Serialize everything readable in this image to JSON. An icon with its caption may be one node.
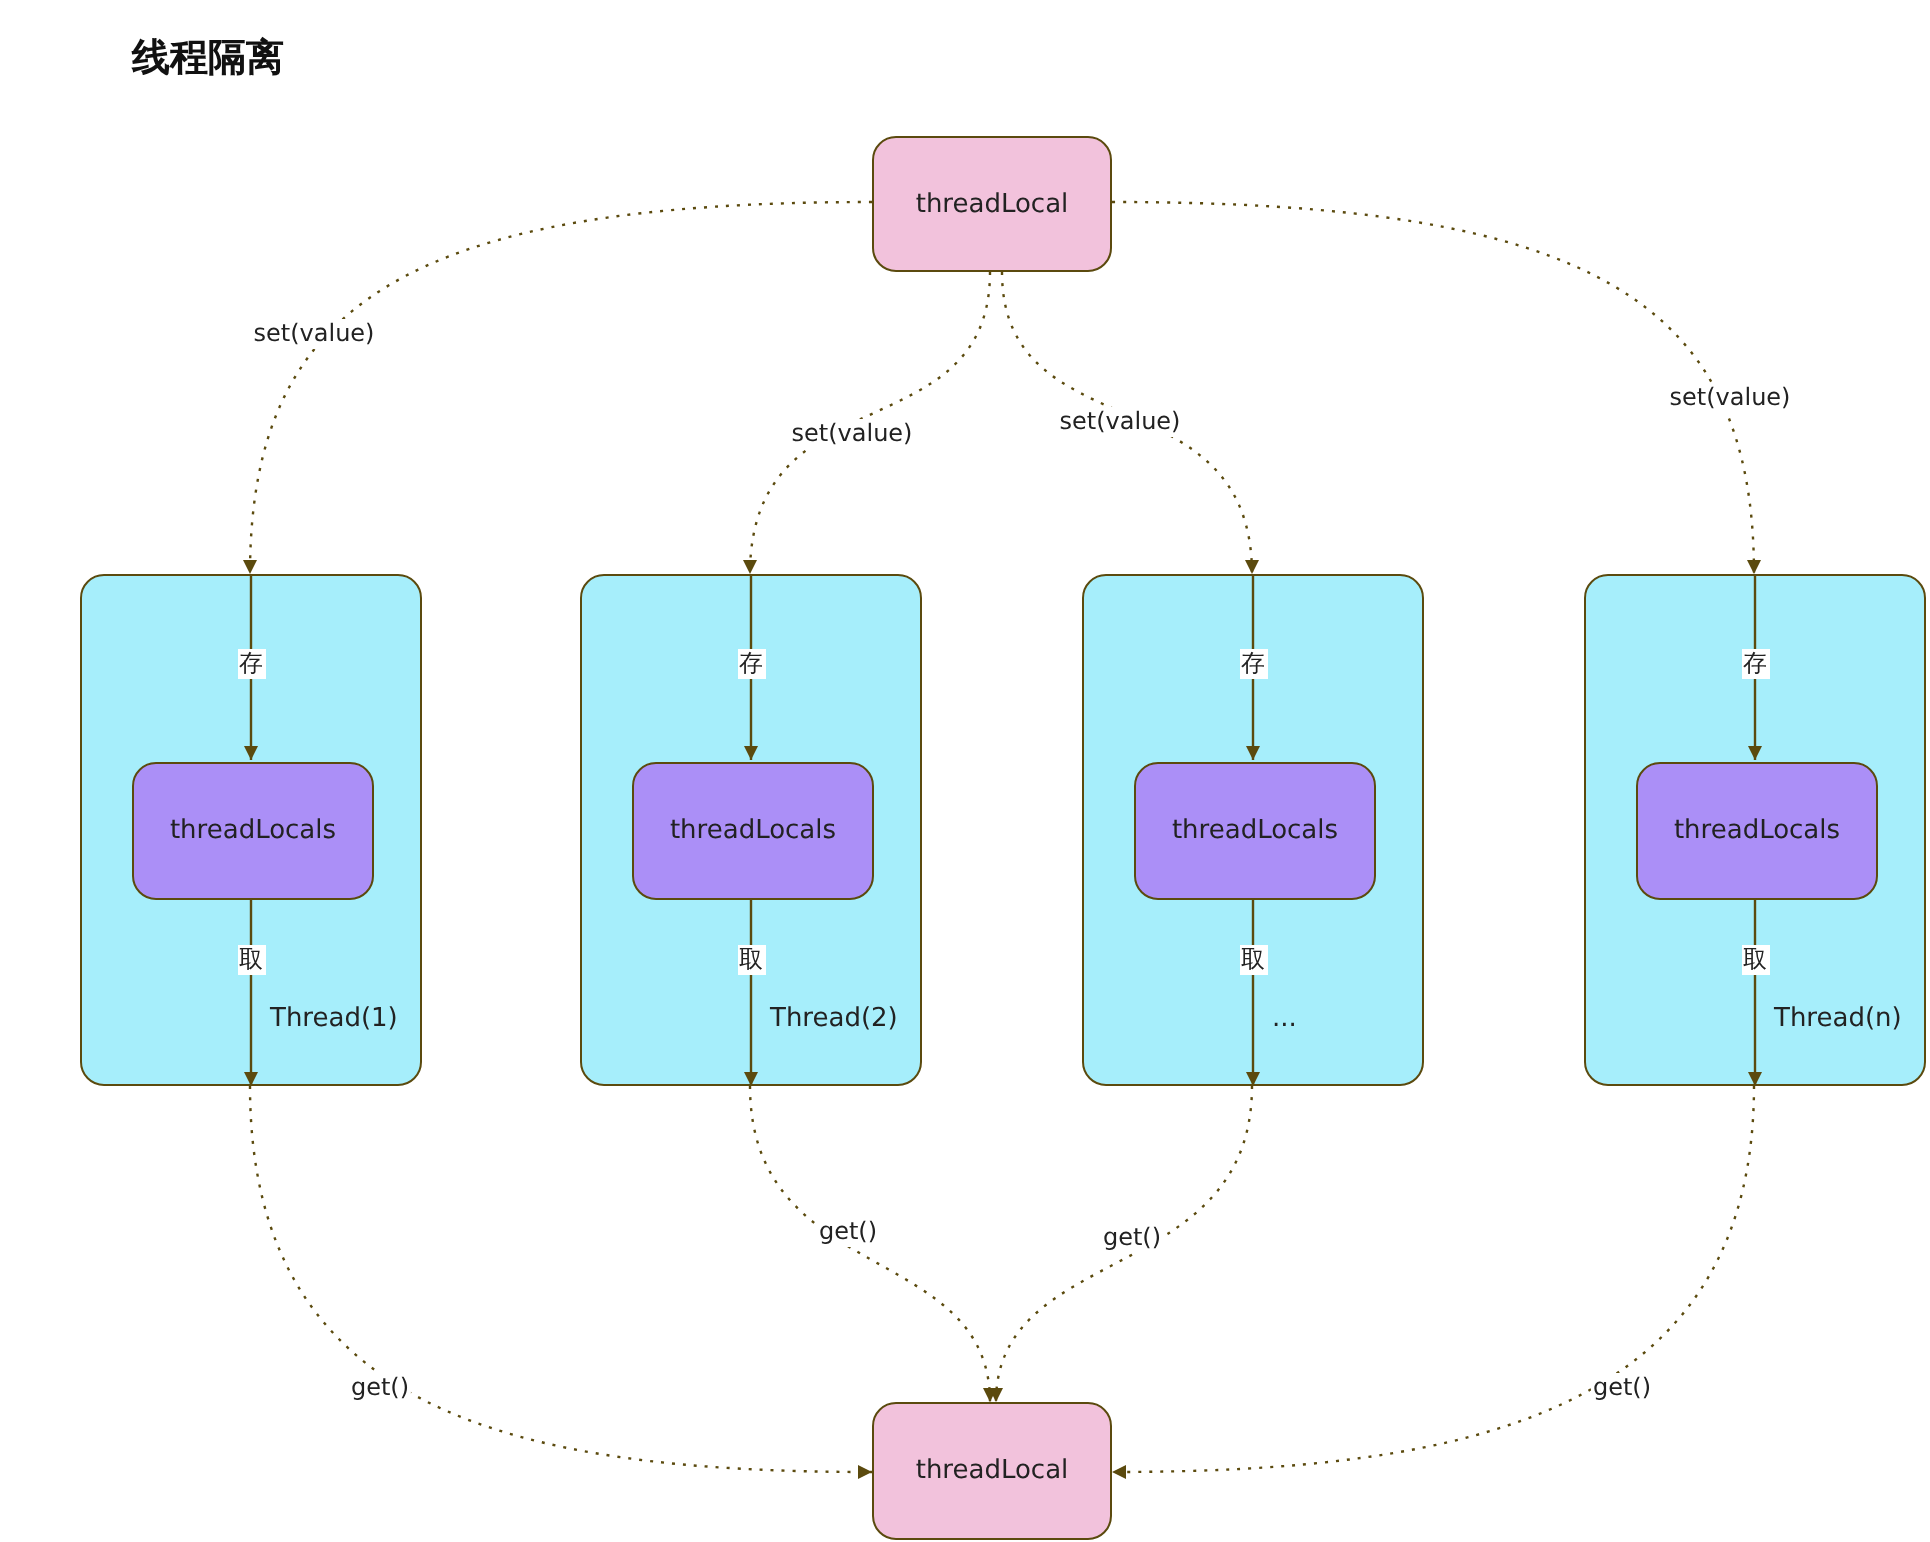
{
  "diagram": {
    "title": "线程隔离",
    "nodes": [
      {
        "text": [
          "threadLocal"
        ]
      },
      {
        "text": [
          "Thread(1)"
        ]
      },
      {
        "text": [
          "threadLocals"
        ],
        "in": 1
      },
      {
        "text": [
          "Thread(2)"
        ]
      },
      {
        "text": [
          "threadLocals"
        ],
        "in": 3
      },
      {
        "text": [
          "..."
        ]
      },
      {
        "text": [
          "threadLocals"
        ],
        "in": 5
      },
      {
        "text": [
          "Thread(n)"
        ]
      },
      {
        "text": [
          "threadLocals"
        ],
        "in": 7
      },
      {
        "text": [
          "threadLocal"
        ]
      }
    ],
    "edges": [
      {
        "from": 0,
        "to": 1,
        "arrow": "to",
        "label": "set(value)",
        "style": "dashed"
      },
      {
        "from": 0,
        "to": 3,
        "arrow": "to",
        "label": "set(value)",
        "style": "dashed"
      },
      {
        "from": 0,
        "to": 5,
        "arrow": "to",
        "label": "set(value)",
        "style": "dashed"
      },
      {
        "from": 0,
        "to": 7,
        "arrow": "to",
        "label": "set(value)",
        "style": "dashed"
      },
      {
        "from": 1,
        "to": 2,
        "arrow": "to",
        "label": "存"
      },
      {
        "from": 2,
        "to": 1,
        "arrow": "to",
        "label": "取"
      },
      {
        "from": 3,
        "to": 4,
        "arrow": "to",
        "label": "存"
      },
      {
        "from": 4,
        "to": 3,
        "arrow": "to",
        "label": "取"
      },
      {
        "from": 5,
        "to": 6,
        "arrow": "to",
        "label": "存"
      },
      {
        "from": 6,
        "to": 5,
        "arrow": "to",
        "label": "取"
      },
      {
        "from": 7,
        "to": 8,
        "arrow": "to",
        "label": "存"
      },
      {
        "from": 8,
        "to": 7,
        "arrow": "to",
        "label": "取"
      },
      {
        "from": 1,
        "to": 9,
        "arrow": "to",
        "label": "get()",
        "style": "dashed"
      },
      {
        "from": 3,
        "to": 9,
        "arrow": "to",
        "label": "get()",
        "style": "dashed"
      },
      {
        "from": 5,
        "to": 9,
        "arrow": "to",
        "label": "get()",
        "style": "dashed"
      },
      {
        "from": 7,
        "to": 9,
        "arrow": "to",
        "label": "get()",
        "style": "dashed"
      }
    ]
  }
}
